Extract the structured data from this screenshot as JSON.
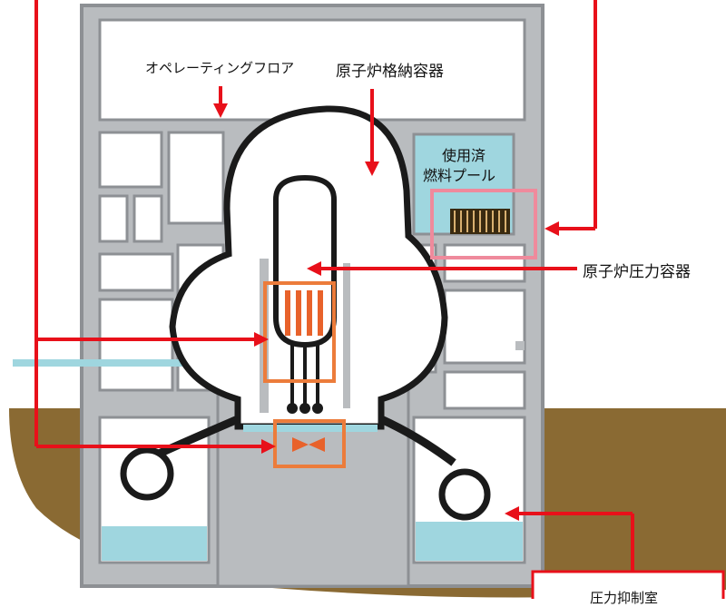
{
  "labels": {
    "operating_floor": "オペレーティングフロア",
    "containment_vessel": "原子炉格納容器",
    "spent_fuel_pool_line1": "使用済",
    "spent_fuel_pool_line2": "燃料プール",
    "pressure_vessel": "原子炉圧力容器",
    "bottom_box": "圧力抑制室"
  },
  "colors": {
    "arrow": "#e8101a",
    "wall": "#b9bcbf",
    "wall_edge": "#8d9094",
    "water": "#9fd6df",
    "soil": "#8a6a33",
    "fuel_box": "#ec7c3b",
    "pool_box": "#ef8a9c",
    "core": "#e8622b"
  }
}
